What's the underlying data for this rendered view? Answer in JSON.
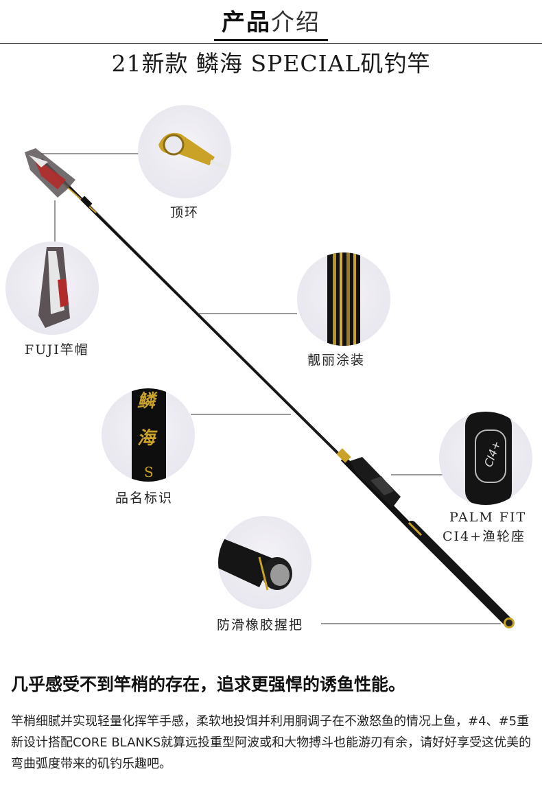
{
  "header": {
    "title_bold": "产品",
    "title_normal": "介绍"
  },
  "product_name": "21新款 鳞海 SPECIAL矶钓竿",
  "features": {
    "top_guide": "顶环",
    "fuji_cap": "FUJI竿帽",
    "finish": "靓丽涂装",
    "name_mark": "品名标识",
    "reel_seat_line1": "PALM FIT",
    "reel_seat_line2": "CI4+渔轮座",
    "grip": "防滑橡胶握把"
  },
  "rod_marks": {
    "kanji_1": "鳞",
    "kanji_2": "海",
    "kanji_3": "S",
    "reel_seat_logo": "CI4+"
  },
  "headline": "几乎感受不到竿梢的存在，追求更强悍的诱鱼性能。",
  "description": "竿梢细腻并实现轻量化挥竿手感，柔软地投饵并利用胴调子在不激怒鱼的情况上鱼，#4、#5重新设计搭配CORE BLANKS就算远投重型阿波或和大物搏斗也能游刃有余，请好好享受这优美的弯曲弧度带来的矶钓乐趣吧。",
  "colors": {
    "accent_gold": "#c9a227",
    "rod_black": "#111111",
    "circle_bg": "#ebe9f0"
  }
}
